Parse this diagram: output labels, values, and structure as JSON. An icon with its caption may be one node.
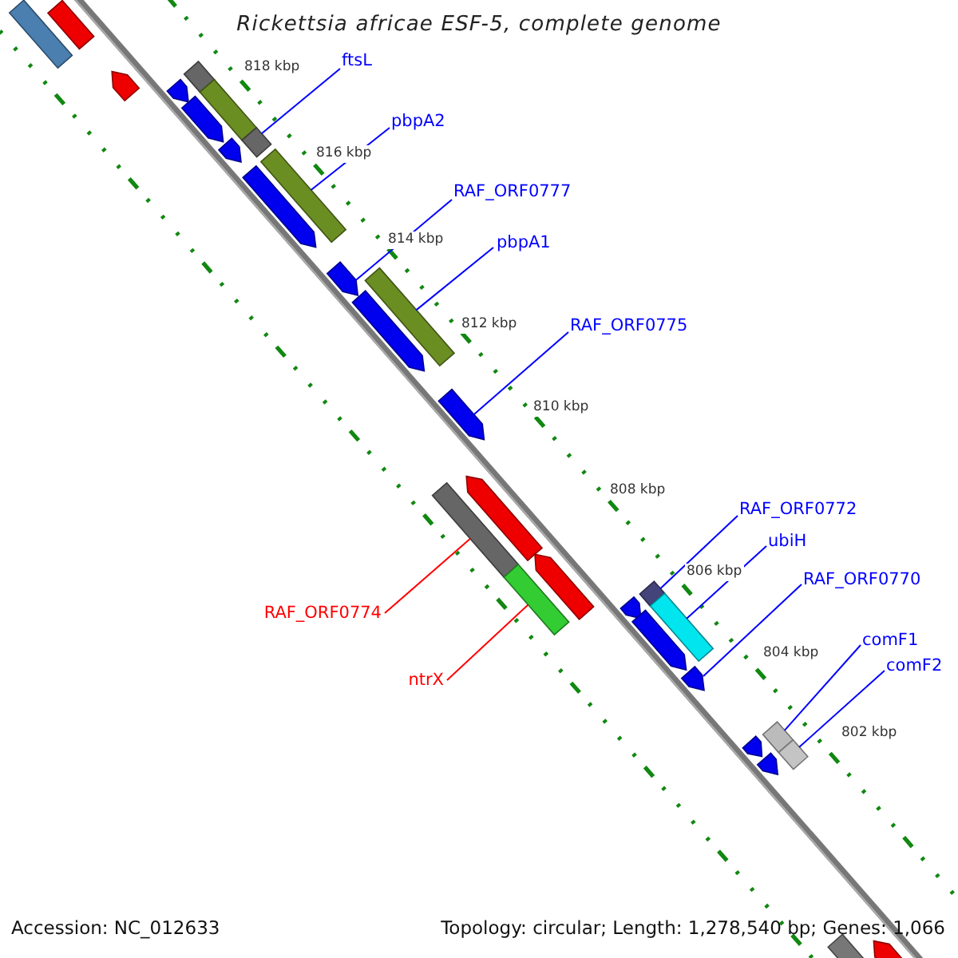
{
  "diagram": {
    "title": "Rickettsia africae ESF-5, complete genome",
    "nodes": [
      {
        "text": [
          "ftsL"
        ]
      },
      {
        "text": [
          "pbpA2"
        ]
      },
      {
        "text": [
          "RAF_ORF0777"
        ]
      },
      {
        "text": [
          "pbpA1"
        ]
      },
      {
        "text": [
          "RAF_ORF0775"
        ]
      },
      {
        "text": [
          "RAF_ORF0774"
        ]
      },
      {
        "text": [
          "RAF_ORF0772"
        ]
      },
      {
        "text": [
          "ubiH"
        ]
      },
      {
        "text": [
          "ntrX"
        ]
      },
      {
        "text": [
          "RAF_ORF0770"
        ]
      },
      {
        "text": [
          "comF1"
        ]
      },
      {
        "text": [
          "comF2"
        ]
      },
      {
        "text": [],
        "shape": "bar"
      },
      {
        "text": [],
        "shape": "bar"
      },
      {
        "text": [],
        "shape": "arrow"
      },
      {
        "text": [],
        "shape": "bar"
      },
      {
        "text": [],
        "shape": "arrow"
      },
      {
        "text": [],
        "shape": "arrow"
      },
      {
        "text": [],
        "shape": "bar"
      },
      {
        "text": [],
        "shape": "arrow"
      },
      {
        "text": [],
        "shape": "bar"
      },
      {
        "text": [],
        "shape": "arrow"
      },
      {
        "text": [],
        "shape": "bar"
      },
      {
        "text": [],
        "shape": "arrow"
      },
      {
        "text": [],
        "shape": "bar"
      },
      {
        "text": [],
        "shape": "arrow"
      },
      {
        "text": [],
        "shape": "arrow"
      },
      {
        "text": [],
        "shape": "bar"
      },
      {
        "text": [],
        "shape": "arrow"
      },
      {
        "text": [],
        "shape": "bar"
      },
      {
        "text": [],
        "shape": "arrow"
      },
      {
        "text": [],
        "shape": "arrow"
      },
      {
        "text": [],
        "shape": "bar"
      },
      {
        "text": [],
        "shape": "arrow"
      },
      {
        "text": [],
        "shape": "bar"
      },
      {
        "text": [],
        "shape": "arrow"
      },
      {
        "text": [],
        "shape": "arrow"
      },
      {
        "text": [],
        "shape": "bar"
      },
      {
        "text": [],
        "shape": "arrow"
      },
      {
        "text": [],
        "shape": "bar"
      },
      {
        "text": [],
        "shape": "arrow"
      },
      {
        "text": [],
        "shape": "bar"
      }
    ],
    "edges": [
      {
        "from": 0,
        "to": 20,
        "arrow": "none"
      },
      {
        "from": 1,
        "to": 22,
        "arrow": "none"
      },
      {
        "from": 2,
        "to": 23,
        "arrow": "none"
      },
      {
        "from": 3,
        "to": 24,
        "arrow": "none"
      },
      {
        "from": 4,
        "to": 26,
        "arrow": "none"
      },
      {
        "from": 5,
        "to": 27,
        "arrow": "none",
        "color": "#ff0000"
      },
      {
        "from": 6,
        "to": 32,
        "arrow": "none"
      },
      {
        "from": 7,
        "to": 34,
        "arrow": "none"
      },
      {
        "from": 8,
        "to": 29,
        "arrow": "none",
        "color": "#ff0000"
      },
      {
        "from": 9,
        "to": 35,
        "arrow": "none"
      },
      {
        "from": 10,
        "to": 37,
        "arrow": "none"
      },
      {
        "from": 11,
        "to": 39,
        "arrow": "none"
      }
    ],
    "labels": [
      "818 kbp",
      "816 kbp",
      "814 kbp",
      "812 kbp",
      "810 kbp",
      "808 kbp",
      "806 kbp",
      "804 kbp",
      "802 kbp",
      "Accession: NC_012633",
      "Topology: circular; Length: 1,278,540 bp; Genes: 1,066"
    ]
  }
}
